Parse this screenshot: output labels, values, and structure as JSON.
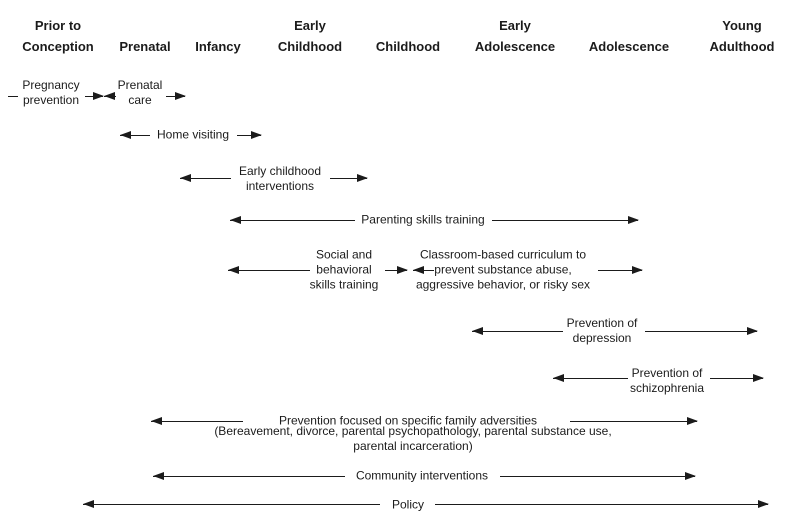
{
  "figure_description": "Timeline diagram of preventive interventions across developmental periods",
  "stages": {
    "list": [
      {
        "label": "Prior to\nConception"
      },
      {
        "label": "Prenatal"
      },
      {
        "label": "Infancy"
      },
      {
        "label": "Early\nChildhood"
      },
      {
        "label": "Childhood"
      },
      {
        "label": "Early\nAdolescence"
      },
      {
        "label": "Adolescence"
      },
      {
        "label": "Young\nAdulthood"
      }
    ]
  },
  "interventions": {
    "pregnancy_prevention": {
      "label": "Pregnancy\nprevention"
    },
    "prenatal_care": {
      "label": "Prenatal\ncare"
    },
    "home_visiting": {
      "label": "Home visiting"
    },
    "early_childhood_interventions": {
      "label": "Early childhood\ninterventions"
    },
    "parenting_skills_training": {
      "label": "Parenting skills training"
    },
    "social_behavioral_skills_training": {
      "label": "Social and\nbehavioral\nskills training"
    },
    "classroom_based_curriculum": {
      "label": "Classroom-based curriculum to\nprevent substance abuse,\naggressive behavior, or risky sex"
    },
    "prevention_of_depression": {
      "label": "Prevention of\ndepression"
    },
    "prevention_of_schizophrenia": {
      "label": "Prevention of\nschizophrenia"
    },
    "family_adversities": {
      "label": "Prevention focused on specific family adversities",
      "sublabel": "(Bereavement, divorce, parental psychopathology, parental substance use, parental incarceration)"
    },
    "community_interventions": {
      "label": "Community interventions"
    },
    "policy": {
      "label": "Policy"
    }
  },
  "colors": {
    "ink": "#1b1b1b",
    "background": "#ffffff"
  }
}
